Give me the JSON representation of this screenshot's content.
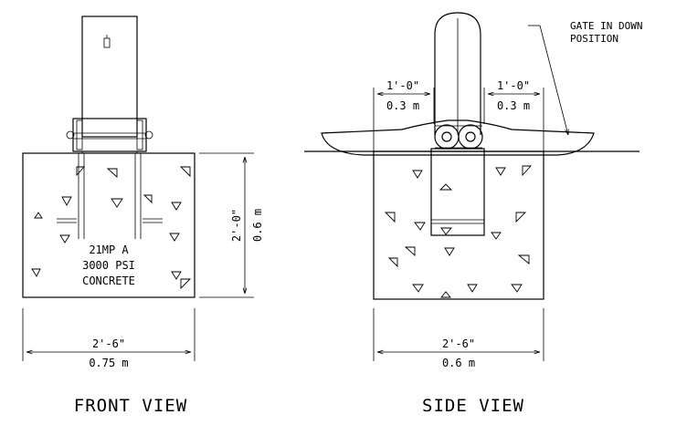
{
  "front_view": {
    "title": "FRONT VIEW",
    "material_label": [
      "21MP A",
      "3000 PSI",
      "CONCRETE"
    ],
    "width_dim": {
      "imperial": "2'-6\"",
      "metric": "0.75 m"
    },
    "height_dim": {
      "imperial": "2'-0\"",
      "metric": "0.6 m"
    }
  },
  "side_view": {
    "title": "SIDE VIEW",
    "left_offset_dim": {
      "imperial": "1'-0\"",
      "metric": "0.3 m"
    },
    "right_offset_dim": {
      "imperial": "1'-0\"",
      "metric": "0.3 m"
    },
    "width_dim": {
      "imperial": "2'-6\"",
      "metric": "0.6 m"
    },
    "callout": [
      "GATE IN DOWN",
      "POSITION"
    ]
  }
}
